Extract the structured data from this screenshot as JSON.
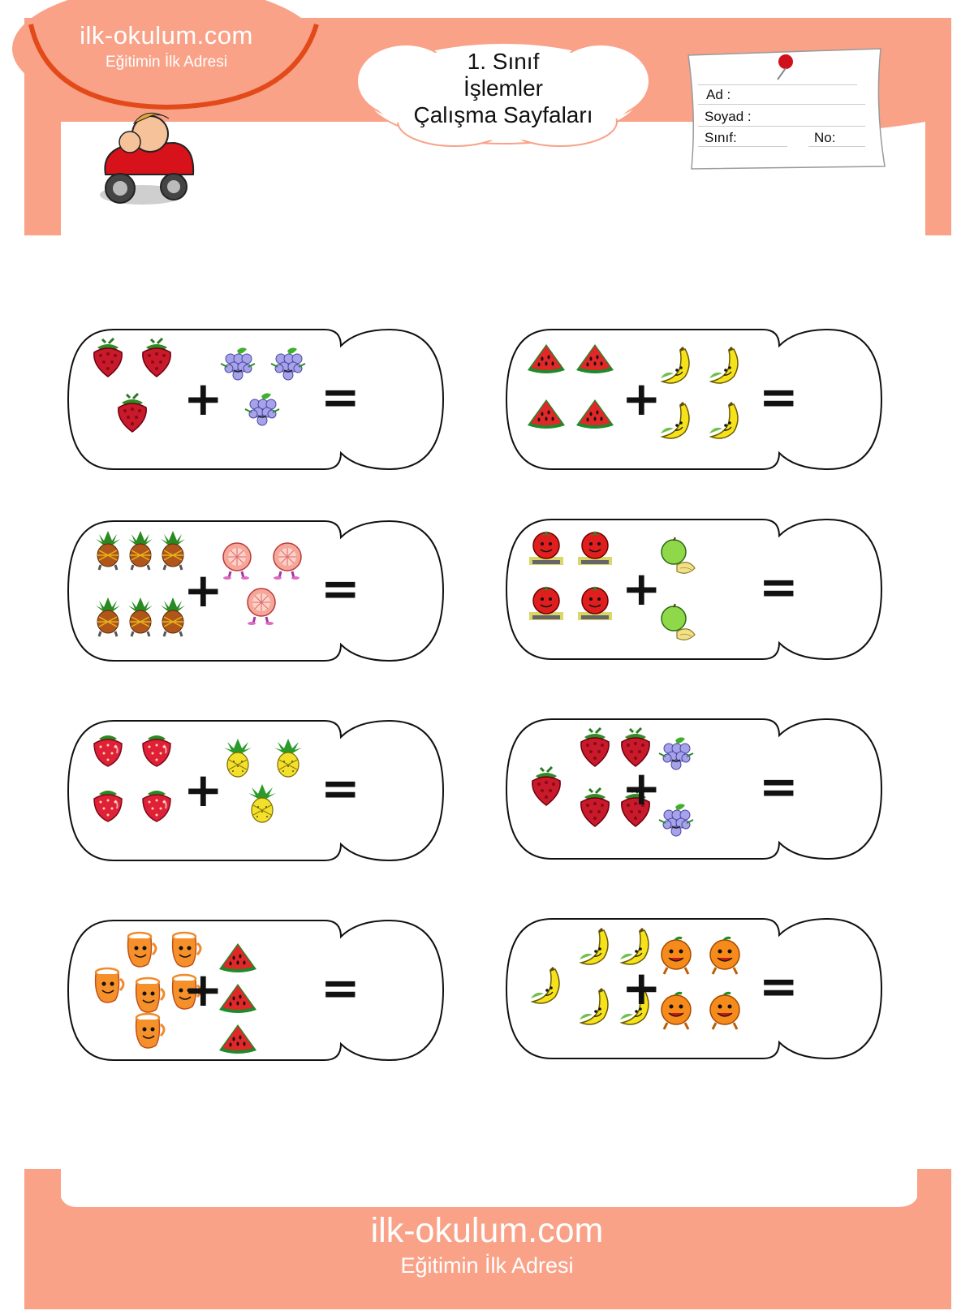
{
  "colors": {
    "accent": "#f9a288",
    "text": "#111111",
    "white": "#ffffff"
  },
  "header": {
    "logo_title": "ilk-okulum.com",
    "logo_subtitle": "Eğitimin İlk Adresi",
    "cloud_lines": [
      "1. Sınıf",
      "İşlemler",
      "Çalışma Sayfaları"
    ],
    "form": {
      "name_label": "Ad :",
      "surname_label": "Soyad :",
      "class_label": "Sınıf:",
      "number_label": "No:"
    }
  },
  "operators": {
    "plus": "+",
    "equals": "="
  },
  "problems": [
    {
      "left": {
        "fruit": "raspberry",
        "count": 3
      },
      "right": {
        "fruit": "grapes",
        "count": 3
      }
    },
    {
      "left": {
        "fruit": "watermelon",
        "count": 4
      },
      "right": {
        "fruit": "banana",
        "count": 4
      }
    },
    {
      "left": {
        "fruit": "pineapple",
        "count": 6
      },
      "right": {
        "fruit": "grapefruit",
        "count": 3
      }
    },
    {
      "left": {
        "fruit": "tomato",
        "count": 4
      },
      "right": {
        "fruit": "green-apple",
        "count": 2
      }
    },
    {
      "left": {
        "fruit": "strawberry",
        "count": 4
      },
      "right": {
        "fruit": "pineapple-yellow",
        "count": 3
      }
    },
    {
      "left": {
        "fruit": "raspberry",
        "count": 5
      },
      "right": {
        "fruit": "grapes",
        "count": 2
      }
    },
    {
      "left": {
        "fruit": "orange-juice",
        "count": 6
      },
      "right": {
        "fruit": "watermelon",
        "count": 3
      }
    },
    {
      "left": {
        "fruit": "banana",
        "count": 5
      },
      "right": {
        "fruit": "orange",
        "count": 4
      }
    }
  ],
  "footer": {
    "title": "ilk-okulum.com",
    "subtitle": "Eğitimin İlk Adresi"
  }
}
